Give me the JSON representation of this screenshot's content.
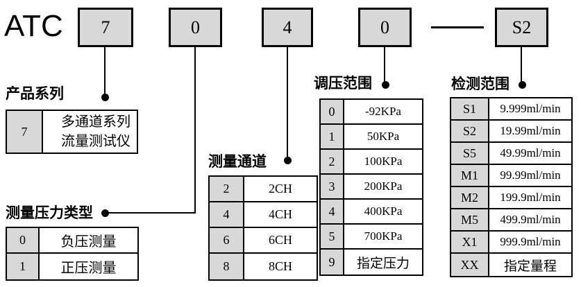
{
  "brand": "ATC",
  "code": {
    "segments": [
      "7",
      "0",
      "4",
      "0",
      "S2"
    ],
    "separator": "—"
  },
  "sections": {
    "product_series": {
      "title": "产品系列",
      "rows": [
        {
          "code": "7",
          "label_lines": [
            "多通道系列",
            "流量测试仪"
          ]
        }
      ]
    },
    "pressure_type": {
      "title": "测量压力类型",
      "rows": [
        {
          "code": "0",
          "label": "负压测量"
        },
        {
          "code": "1",
          "label": "正压测量"
        }
      ]
    },
    "channels": {
      "title": "测量通道",
      "rows": [
        {
          "code": "2",
          "label": "2CH"
        },
        {
          "code": "4",
          "label": "4CH"
        },
        {
          "code": "6",
          "label": "6CH"
        },
        {
          "code": "8",
          "label": "8CH"
        }
      ]
    },
    "pressure_range": {
      "title": "调压范围",
      "rows": [
        {
          "code": "0",
          "label": "-92KPa"
        },
        {
          "code": "1",
          "label": "50KPa"
        },
        {
          "code": "2",
          "label": "100KPa"
        },
        {
          "code": "3",
          "label": "200KPa"
        },
        {
          "code": "4",
          "label": "400KPa"
        },
        {
          "code": "5",
          "label": "700KPa"
        },
        {
          "code": "9",
          "label": "指定压力"
        }
      ]
    },
    "detection_range": {
      "title": "检测范围",
      "rows": [
        {
          "code": "S1",
          "label": "9.999ml/min"
        },
        {
          "code": "S2",
          "label": "19.99ml/min"
        },
        {
          "code": "S5",
          "label": "49.99ml/min"
        },
        {
          "code": "M1",
          "label": "99.99ml/min"
        },
        {
          "code": "M2",
          "label": "199.9ml/min"
        },
        {
          "code": "M5",
          "label": "499.9ml/min"
        },
        {
          "code": "X1",
          "label": "999.9ml/min"
        },
        {
          "code": "XX",
          "label": "指定量程"
        }
      ]
    }
  },
  "colors": {
    "box_fill": "#d8d8d8",
    "line": "#000000",
    "background": "#ffffff"
  }
}
